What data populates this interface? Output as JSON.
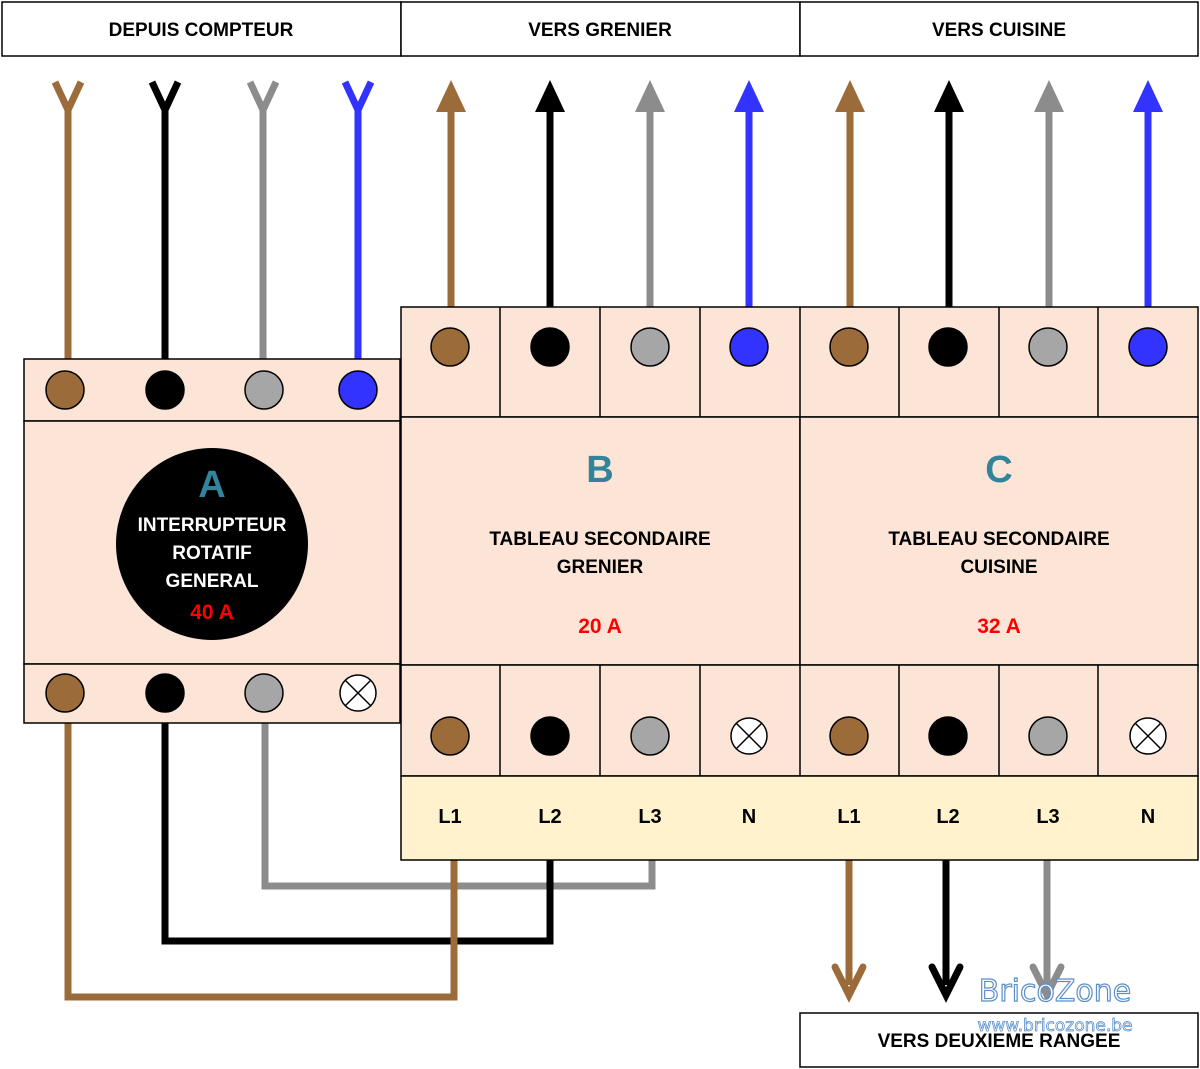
{
  "headers": {
    "from_meter": "DEPUIS COMPTEUR",
    "to_attic": "VERS GRENIER",
    "to_kitchen": "VERS CUISINE",
    "to_second_row": "VERS DEUXIEME RANGEE"
  },
  "colors": {
    "brown": "#9c6b3a",
    "black": "#000000",
    "gray": "#8c8c8c",
    "blue": "#3333ff",
    "module_bg": "#fce5d6",
    "bus_bg": "#fff2cc",
    "letter_teal": "#31849b",
    "rating_red": "#ff0000"
  },
  "module_a": {
    "letter": "A",
    "line1": "INTERRUPTEUR",
    "line2": "ROTATIF",
    "line3": "GENERAL",
    "rating": "40 A"
  },
  "module_b": {
    "letter": "B",
    "line1": "TABLEAU SECONDAIRE",
    "line2": "GRENIER",
    "rating": "20 A"
  },
  "module_c": {
    "letter": "C",
    "line1": "TABLEAU SECONDAIRE",
    "line2": "CUISINE",
    "rating": "32 A"
  },
  "phases": [
    "L1",
    "L2",
    "L3",
    "N",
    "L1",
    "L2",
    "L3",
    "N"
  ],
  "watermark": {
    "brand": "BricoZone",
    "url": "www.bricozone.be"
  }
}
